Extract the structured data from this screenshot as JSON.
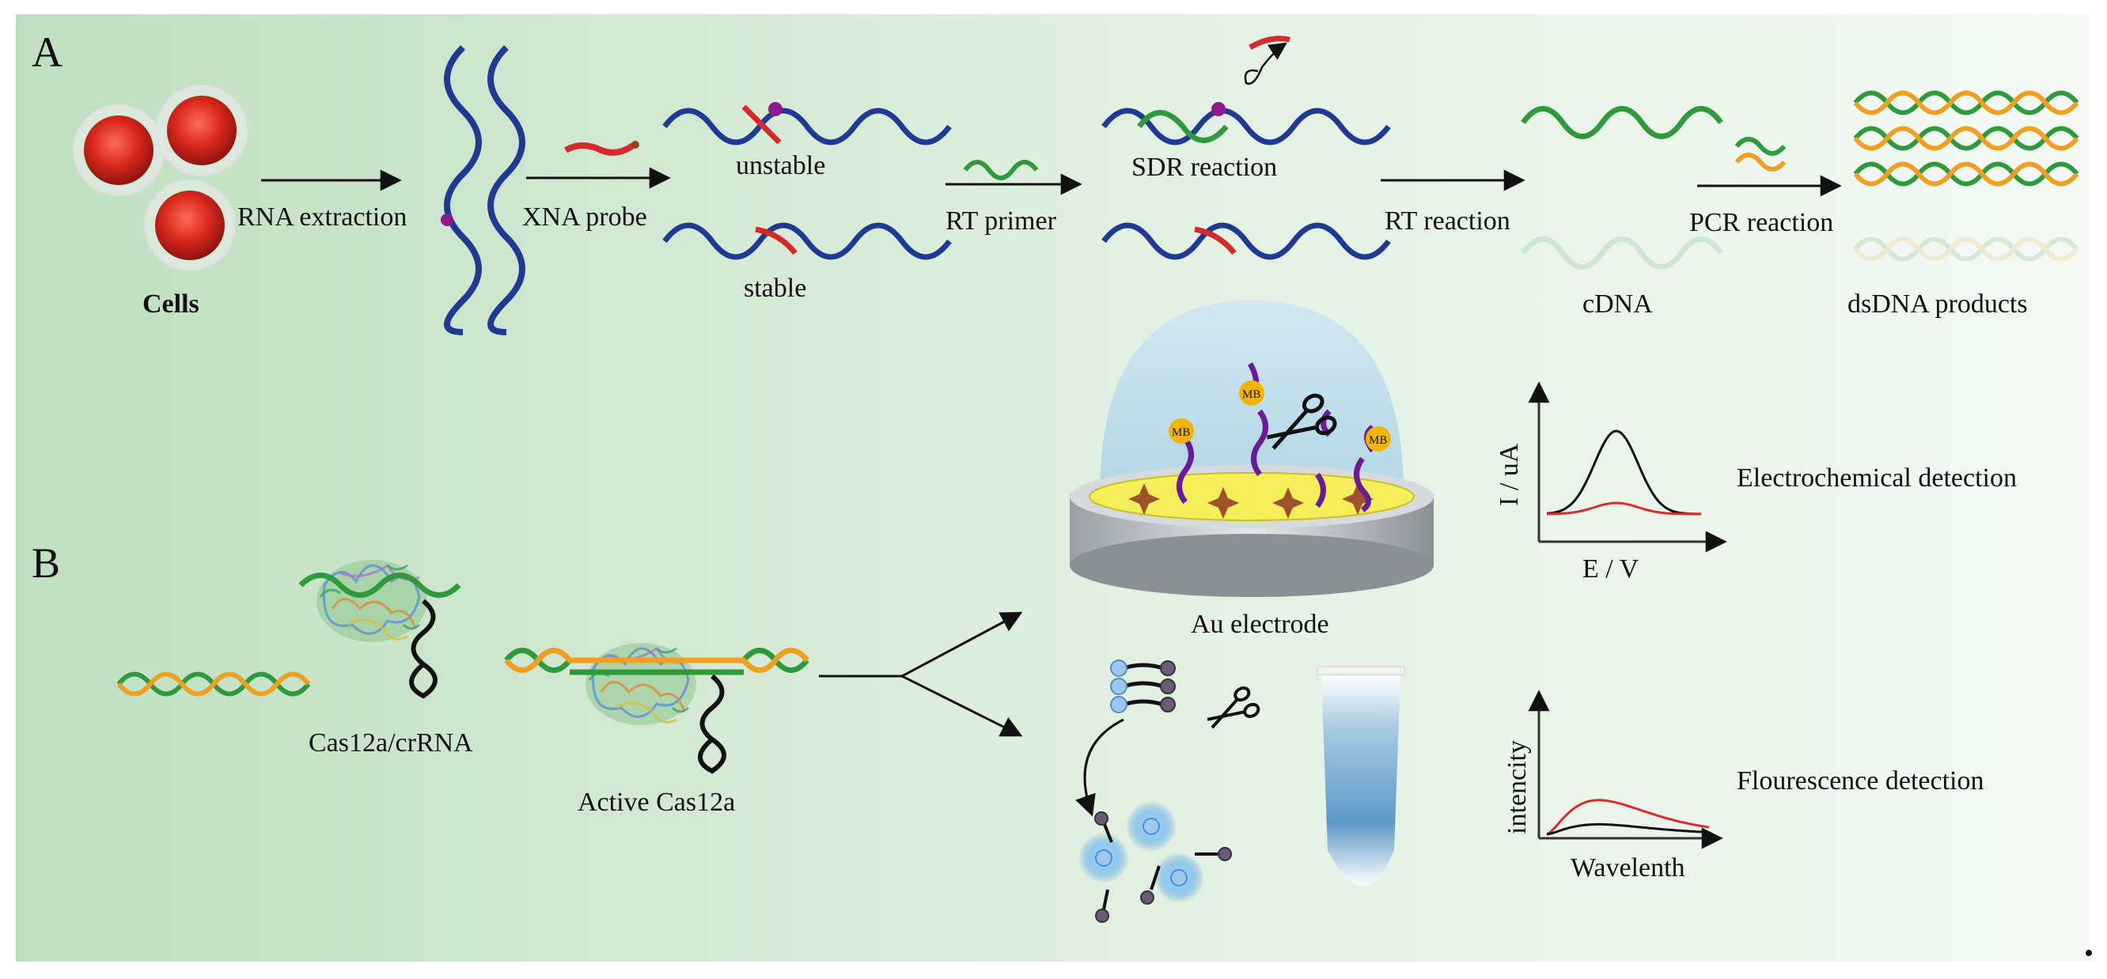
{
  "panels": {
    "a": "A",
    "b": "B"
  },
  "section_a": {
    "cells_label": "Cells",
    "rna_extraction": "RNA extraction",
    "xna_probe": "XNA probe",
    "unstable": "unstable",
    "stable": "stable",
    "rt_primer": "RT primer",
    "sdr_reaction": "SDR reaction",
    "rt_reaction": "RT reaction",
    "pcr_reaction": "PCR reaction",
    "cdna": "cDNA",
    "dsdna_products": "dsDNA products"
  },
  "section_b": {
    "cas12a_crrna": "Cas12a/crRNA",
    "active_cas12a": "Active Cas12a",
    "au_electrode": "Au electrode",
    "mb_tag": "MB",
    "electrochemical_detection": "Electrochemical detection",
    "flourescence_detection": "Flourescence detection",
    "ec_plot": {
      "ylabel": "I / uA",
      "xlabel": "E / V"
    },
    "fl_plot": {
      "ylabel": "intencity",
      "xlabel": "Wavelenth"
    }
  },
  "colors": {
    "dna_blue": "#1f3a93",
    "dna_green": "#2e9a3c",
    "dna_orange": "#f0a020",
    "probe_red": "#d42a2a",
    "mb_yellow": "#f4b400",
    "linker_purple": "#6a1b9a",
    "background_green": "#d9ecd9"
  }
}
